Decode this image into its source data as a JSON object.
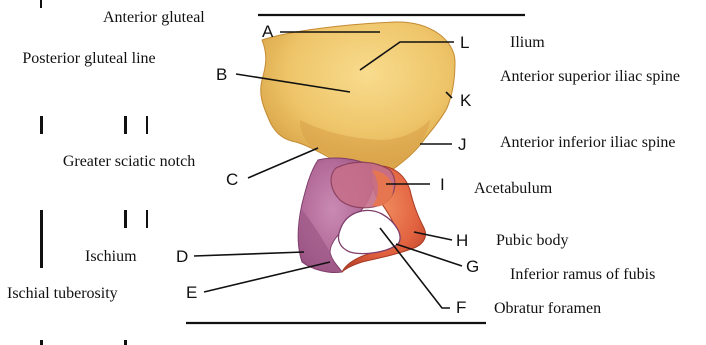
{
  "terms": {
    "anterior_gluteal": "Anterior gluteal",
    "posterior_gluteal_line": "Posterior gluteal line",
    "greater_sciatic_notch": "Greater sciatic notch",
    "ischium": "Ischium",
    "ischial_tuberosity": "Ischial tuberosity",
    "ilium": "Ilium",
    "anterior_superior_iliac_spine": "Anterior superior  iliac spine",
    "anterior_inferior_iliac_spine": "Anterior inferior iliac spine",
    "acetabulum": "Acetabulum",
    "pubic_body": "Pubic body",
    "inferior_ramus": "Inferior ramus of fubis",
    "obratur_foramen": "Obratur foramen"
  },
  "figure": {
    "labels": [
      "A",
      "B",
      "C",
      "D",
      "E",
      "F",
      "G",
      "H",
      "I",
      "J",
      "K",
      "L"
    ],
    "colors": {
      "ilium": "#eec468",
      "ilium_shade": "#d79f3e",
      "ischium": "#b26a98",
      "ischium_shade": "#8c4b78",
      "pubis": "#e1623f",
      "pubis_shade": "#c0452a",
      "leader_line": "#111111"
    }
  }
}
